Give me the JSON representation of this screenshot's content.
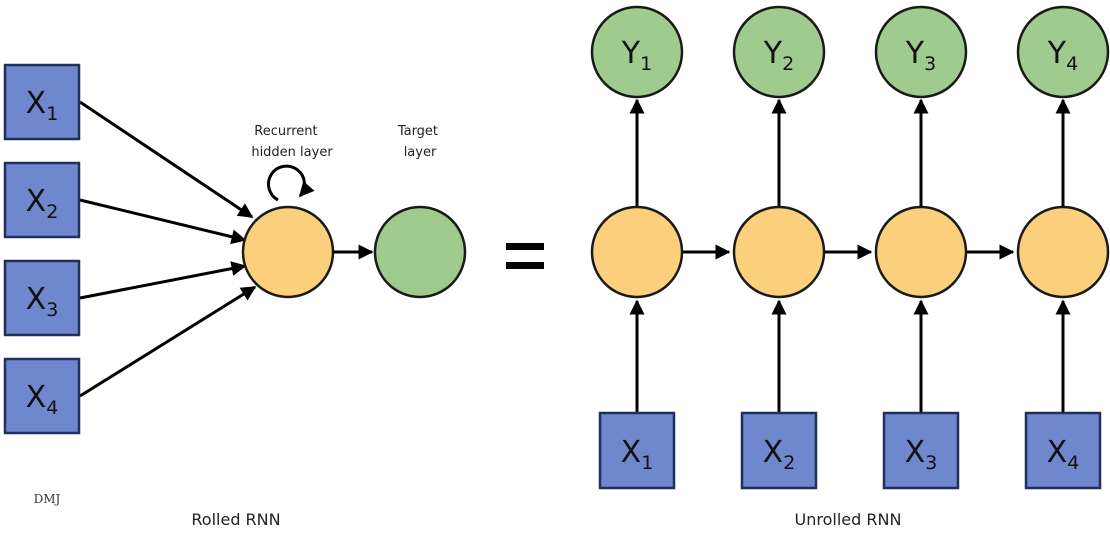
{
  "rolled": {
    "inputs": [
      {
        "base": "X",
        "sub": "1"
      },
      {
        "base": "X",
        "sub": "2"
      },
      {
        "base": "X",
        "sub": "3"
      },
      {
        "base": "X",
        "sub": "4"
      }
    ],
    "hidden_label": [
      "Recurrent",
      "hidden layer"
    ],
    "target_label": [
      "Target",
      "layer"
    ],
    "caption": "Rolled RNN"
  },
  "unrolled": {
    "inputs": [
      {
        "base": "X",
        "sub": "1"
      },
      {
        "base": "X",
        "sub": "2"
      },
      {
        "base": "X",
        "sub": "3"
      },
      {
        "base": "X",
        "sub": "4"
      }
    ],
    "outputs": [
      {
        "base": "Y",
        "sub": "1"
      },
      {
        "base": "Y",
        "sub": "2"
      },
      {
        "base": "Y",
        "sub": "3"
      },
      {
        "base": "Y",
        "sub": "4"
      }
    ],
    "caption": "Unrolled RNN"
  },
  "watermark": "DMJ",
  "colors": {
    "input_fill": "#6f87cc",
    "hidden_fill": "#fccf7c",
    "target_fill": "#9fcb8e"
  }
}
